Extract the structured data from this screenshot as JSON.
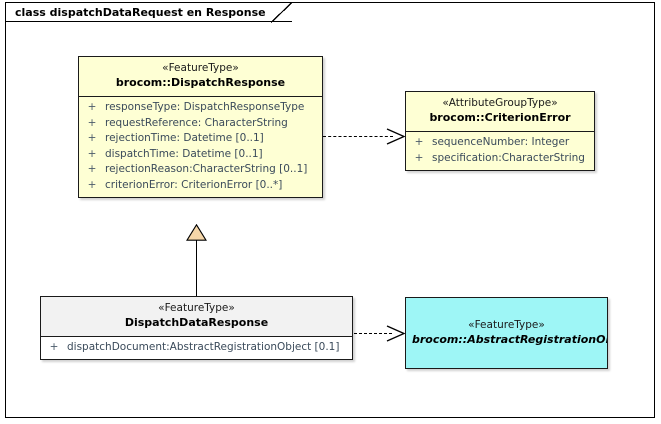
{
  "diagram": {
    "title": "class dispatchDataRequest en Response",
    "background_color": "#ffffff",
    "frame_color": "#000000"
  },
  "colors": {
    "feature_type_fill": "#feffd4",
    "attribute_group_fill": "#feffd4",
    "abstract_fill": "#9ef6f6",
    "plain_header_fill": "#f2f2f2",
    "plain_body_fill": "#ffffff",
    "border": "#1a1a1a",
    "attribute_text": "#3a4a5a",
    "generalization_triangle_fill": "#f5d6a8"
  },
  "nodes": {
    "dispatch_response": {
      "stereotype": "«FeatureType»",
      "name": "brocom::DispatchResponse",
      "attributes": [
        {
          "visibility": "+",
          "text": "responseType: DispatchResponseType"
        },
        {
          "visibility": "+",
          "text": "requestReference: CharacterString"
        },
        {
          "visibility": "+",
          "text": "rejectionTime: Datetime [0..1]"
        },
        {
          "visibility": "+",
          "text": "dispatchTime: Datetime [0..1]"
        },
        {
          "visibility": "+",
          "text": "rejectionReason:CharacterString [0..1]"
        },
        {
          "visibility": "+",
          "text": "criterionError: CriterionError [0..*]"
        }
      ]
    },
    "criterion_error": {
      "stereotype": "«AttributeGroupType»",
      "name": "brocom::CriterionError",
      "attributes": [
        {
          "visibility": "+",
          "text": "sequenceNumber: Integer"
        },
        {
          "visibility": "+",
          "text": "specification:CharacterString"
        }
      ]
    },
    "dispatch_data_response": {
      "stereotype": "«FeatureType»",
      "name": "DispatchDataResponse",
      "attributes": [
        {
          "visibility": "+",
          "text": "dispatchDocument:AbstractRegistrationObject [0.1]"
        }
      ]
    },
    "abstract_registration_object": {
      "stereotype": "«FeatureType»",
      "name": "brocom::AbstractRegistrationObject",
      "attributes": []
    }
  },
  "connectors": {
    "dependency_response_criterion": {
      "type": "dependency",
      "from": "brocom::DispatchResponse",
      "to": "brocom::CriterionError"
    },
    "dependency_data_registration": {
      "type": "dependency",
      "from": "DispatchDataResponse",
      "to": "brocom::AbstractRegistrationObject"
    },
    "generalization_data_response": {
      "type": "generalization",
      "from": "DispatchDataResponse",
      "to": "brocom::DispatchResponse"
    }
  }
}
